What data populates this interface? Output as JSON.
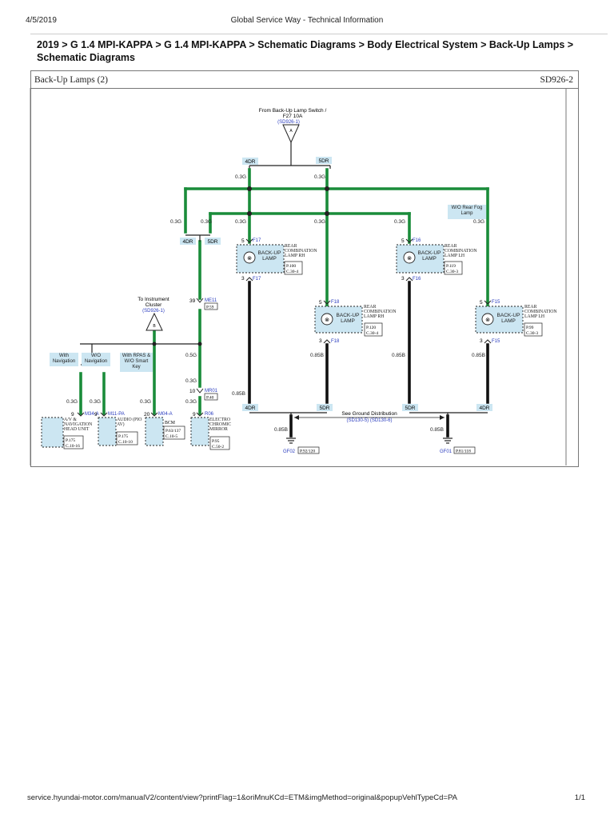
{
  "header": {
    "date": "4/5/2019",
    "center_title": "Global Service Way - Technical Information"
  },
  "breadcrumb": "2019 > G 1.4 MPI-KAPPA > G 1.4 MPI-KAPPA > Schematic Diagrams > Body Electrical System > Back-Up Lamps > Schematic Diagrams",
  "diagram": {
    "title": "Back-Up Lamps (2)",
    "code": "SD926-2",
    "source": {
      "line1": "From Back-Up Lamp Switch /",
      "line2": "F27 10A",
      "ref": "(SD926-1)",
      "conn": "A"
    },
    "instrument": {
      "line1": "To Instrument",
      "line2": "Cluster",
      "ref": "(SD926-1)",
      "conn": "B"
    },
    "splits": {
      "left": "4DR",
      "right": "5DR"
    },
    "wire_labels": {
      "g03": "0.3G",
      "g05": "0.5G",
      "b085": "0.85B"
    },
    "options": {
      "with_nav": "With Navigation",
      "wo_nav": "W/O Navigation",
      "rpas": "With RPAS & W/O Smart Key",
      "rear_fog": "W/O Rear Fog Lamp"
    },
    "connectors": {
      "me11": {
        "pin": "39",
        "name": "ME11",
        "page": "P.59"
      },
      "mr01": {
        "pin": "10",
        "name": "MR01",
        "page": "P.40"
      }
    },
    "lamps": [
      {
        "pin_top": "5",
        "top": "F17",
        "pin_bot": "3",
        "bot": "F17",
        "label": "BACK-UP LAMP",
        "name": "REAR COMBINATION LAMP RH",
        "page": "P.100",
        "code": "C.30-4"
      },
      {
        "pin_top": "5",
        "top": "F18",
        "pin_bot": "3",
        "bot": "F18",
        "label": "BACK-UP LAMP",
        "name": "REAR COMBINATION LAMP RH",
        "page": "P.120",
        "code": "C.30-4"
      },
      {
        "pin_top": "5",
        "top": "F16",
        "pin_bot": "3",
        "bot": "F16",
        "label": "BACK-UP LAMP",
        "name": "REAR COMBINATION LAMP LH",
        "page": "P.119",
        "code": "C.30-3"
      },
      {
        "pin_top": "5",
        "top": "F15",
        "pin_bot": "3",
        "bot": "F15",
        "label": "BACK-UP LAMP",
        "name": "REAR COMBINATION LAMP LH",
        "page": "P.99",
        "code": "C.30-3"
      }
    ],
    "modules": [
      {
        "pin": "9",
        "conn": "M34-A",
        "name": "A/V & NAVIGATION HEAD UNIT",
        "page": "P.175",
        "code": "C.10-16"
      },
      {
        "pin": "9",
        "conn": "M11-PA",
        "name": "AUDIO (PIO AV)",
        "page": "P.175",
        "code": "C.10-10"
      },
      {
        "pin": "20",
        "conn": "M04-A",
        "name": "BCM",
        "page": "P.63/137",
        "code": "C.10-5"
      },
      {
        "pin": "9",
        "conn": "R06",
        "name": "ELECTRO CHROMIC MIRROR",
        "page": "P.95",
        "code": "C.50-2"
      }
    ],
    "ground": {
      "note": "See Ground Distribution",
      "refs": "(SD130-5) (SD130-6)",
      "gf02": {
        "name": "GF02",
        "page": "P.92/120"
      },
      "gf01": {
        "name": "GF01",
        "page": "P.81/118"
      }
    }
  },
  "footer": {
    "url": "service.hyundai-motor.com/manualV2/content/view?printFlag=1&oriMnuKCd=ETM&imgMethod=original&popupVehlTypeCd=PA",
    "page": "1/1"
  }
}
